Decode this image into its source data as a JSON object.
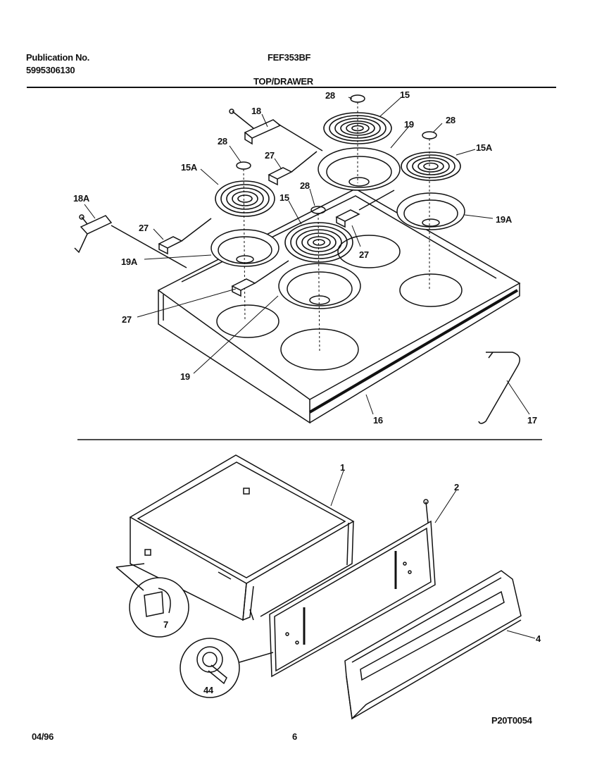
{
  "header": {
    "publication_label": "Publication No.",
    "publication_number": "5995306130",
    "model": "FEF353BF",
    "section_title": "TOP/DRAWER"
  },
  "callouts": {
    "c28_top": "28",
    "c15_top": "15",
    "c18": "18",
    "c19_top": "19",
    "c28_right": "28",
    "c15a_right": "15A",
    "c28_left": "28",
    "c27_upper": "27",
    "c15a_left": "15A",
    "c28_mid": "28",
    "c15_mid": "15",
    "c18a": "18A",
    "c19a_right": "19A",
    "c27_left": "27",
    "c27_right": "27",
    "c19a_left": "19A",
    "c27_lower": "27",
    "c19_bottom": "19",
    "c16": "16",
    "c17": "17",
    "c1": "1",
    "c2": "2",
    "c4": "4",
    "c7": "7",
    "c44": "44"
  },
  "footer": {
    "date": "04/96",
    "page": "6",
    "diagram_code": "P20T0054"
  }
}
